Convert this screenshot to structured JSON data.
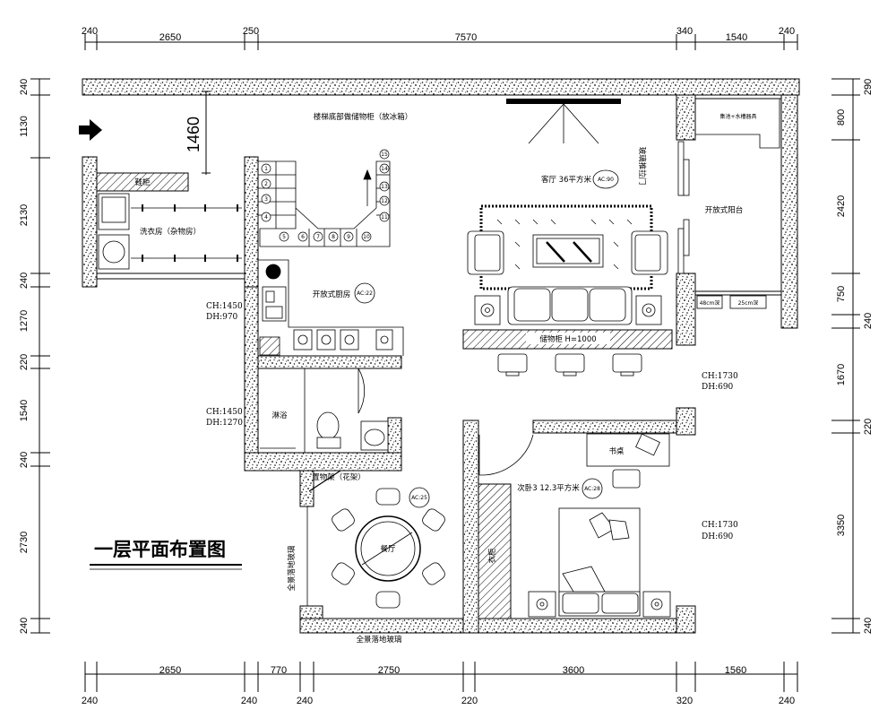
{
  "title": "一层平面布置图",
  "dims_top_values": [
    "240",
    "2650",
    "250",
    "7570",
    "340",
    "1540",
    "240"
  ],
  "dims_bottom_inner": [
    "2650",
    "770",
    "2750",
    "3600",
    "1560"
  ],
  "dims_bottom_outer": [
    "240",
    "240",
    "240",
    "220",
    "320",
    "240"
  ],
  "dims_left": [
    "240",
    "1130",
    "2130",
    "240",
    "1270",
    "220",
    "1540",
    "240",
    "2730",
    "240"
  ],
  "dims_right": [
    "290",
    "800",
    "2420",
    "750",
    "240",
    "1670",
    "220",
    "3350",
    "240"
  ],
  "rooms": {
    "stair_storage": "楼梯底部做储物柜（放冰箱）",
    "living": "客厅  36平方米",
    "living_ac": "AC:90",
    "glass_door": "玻璃推拉门",
    "balcony": "开放式阳台",
    "balcony_note": "集池+水槽器具",
    "balcony_box1": "48cm深",
    "balcony_box2": "25cm深",
    "shoe_cabinet": "鞋柜",
    "laundry": "洗衣房（杂物房）",
    "kitchen": "开放式厨房",
    "kitchen_ac": "AC:22",
    "storage_cabinet": "储物柜  H=1000",
    "shower": "淋浴",
    "shelf": "置物架（花架）",
    "dining": "餐厅",
    "dining_ac": "AC:25",
    "bedroom": "次卧3  12.3平方米",
    "bedroom_ac": "AC:28",
    "desk": "书桌",
    "wardrobe": "衣柜",
    "glass_wall_left": "全景落地玻璃",
    "glass_wall_bottom": "全景落地玻璃",
    "stair_height": "1460"
  },
  "heights": {
    "kitchen_ch": "CH:1450",
    "kitchen_dh": "DH:970",
    "bath_ch": "CH:1450",
    "bath_dh": "DH:1270",
    "right_ch1": "CH:1730",
    "right_dh1": "DH:690",
    "right_ch2": "CH:1730",
    "right_dh2": "DH:690"
  },
  "stair_steps": [
    "1",
    "2",
    "3",
    "4",
    "5",
    "6",
    "7",
    "8",
    "9",
    "10",
    "11",
    "12",
    "13",
    "14",
    "15"
  ]
}
